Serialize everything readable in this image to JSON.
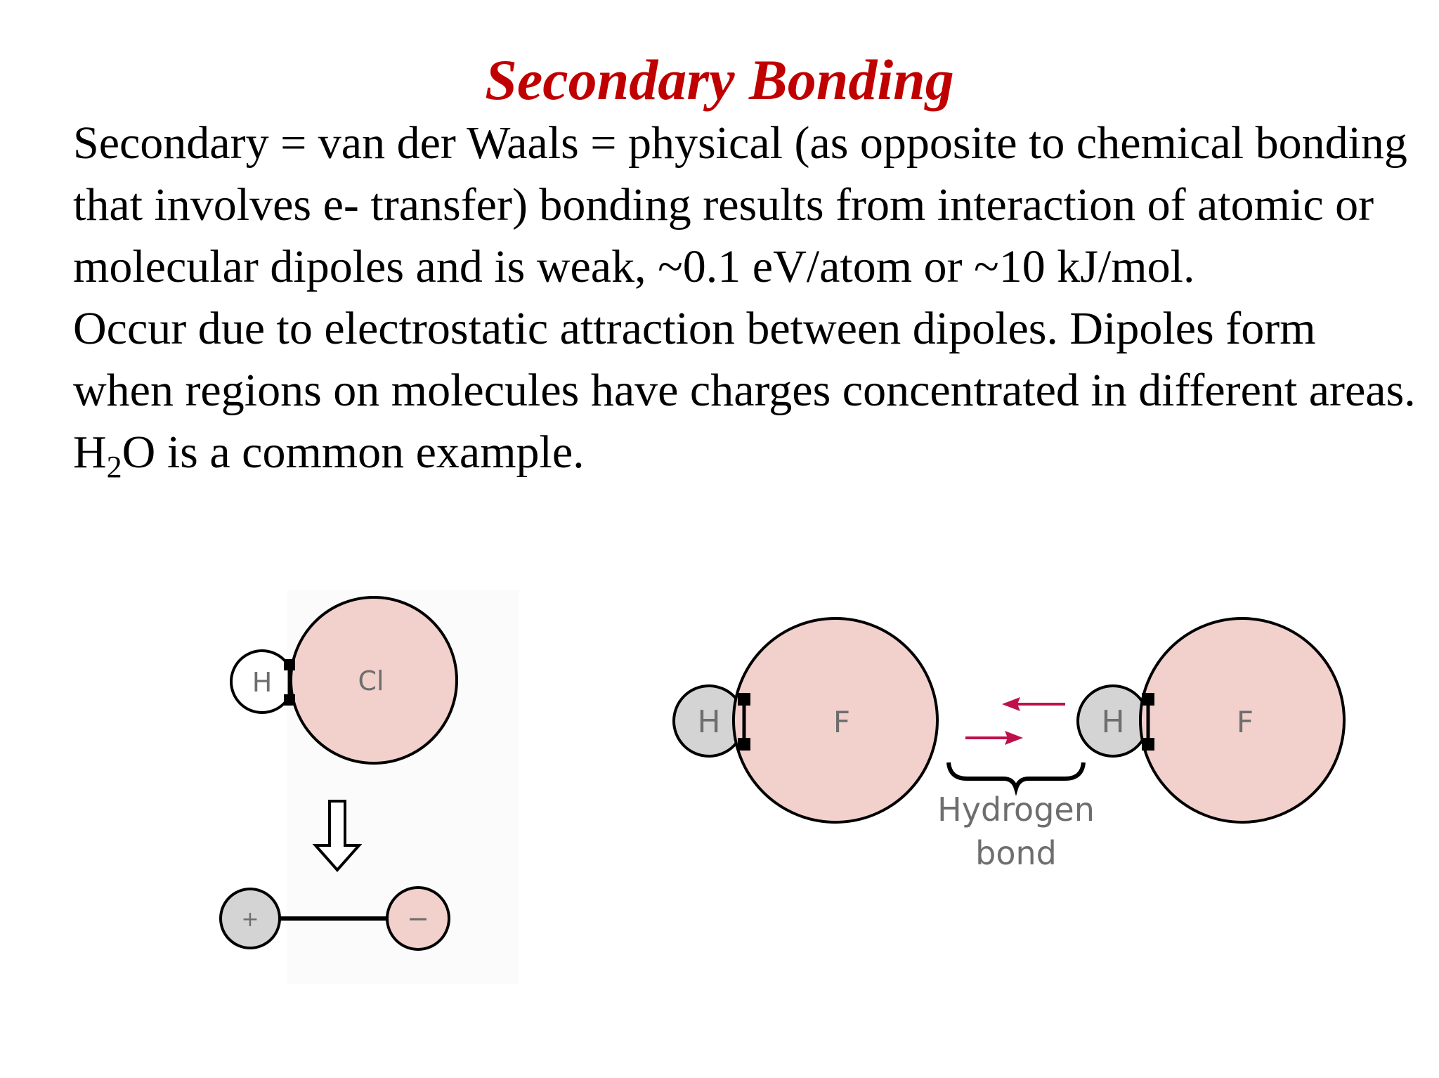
{
  "title": "Secondary Bonding",
  "paragraph1": "Secondary = van der Waals = physical (as opposite to chemical bonding that involves e- transfer) bonding results from interaction of atomic or molecular dipoles and is weak, ~0.1 eV/atom or ~10 kJ/mol.",
  "paragraph2_main": "Occur due to electrostatic attraction between dipoles.  Dipoles form when regions on molecules have charges concentrated in different areas.  H",
  "paragraph2_sub": "2",
  "paragraph2_tail": "O is a common example.",
  "hcl_diagram": {
    "h_label": "H",
    "cl_label": "Cl",
    "plus_label": "+",
    "minus_label": "−"
  },
  "hf_diagram": {
    "h1_label": "H",
    "f1_label": "F",
    "h2_label": "H",
    "f2_label": "F",
    "bond_label_line1": "Hydrogen",
    "bond_label_line2": "bond"
  },
  "colors": {
    "title": "#c00000",
    "pink_atom": "#f2d1cd",
    "gray_atom": "#d4d4d4",
    "arrow": "#c0104a",
    "label": "#6e6e6e"
  }
}
